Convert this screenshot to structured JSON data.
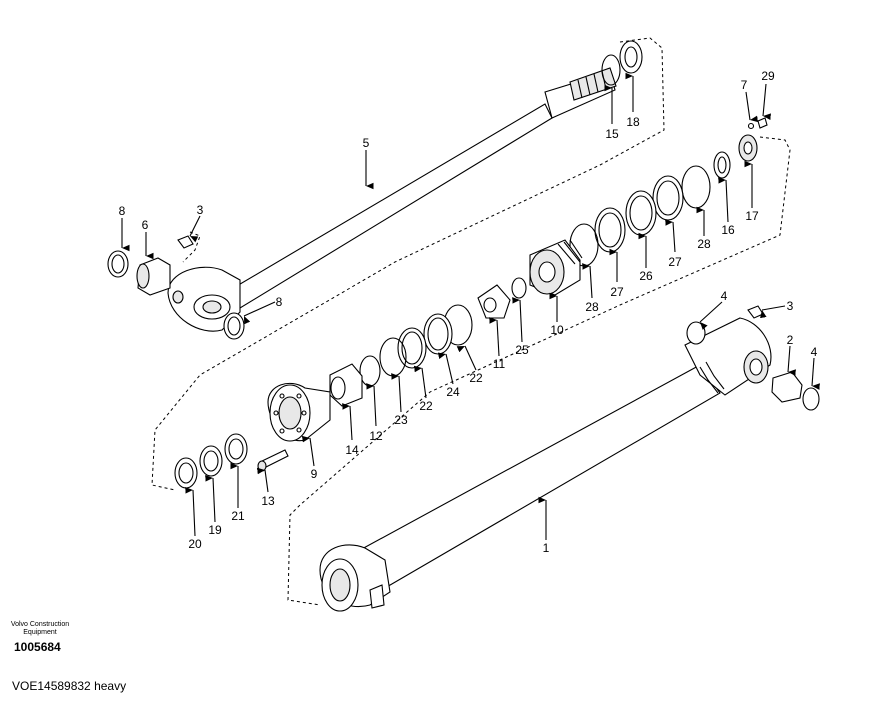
{
  "drawing": {
    "brand_line1": "Volvo Construction",
    "brand_line2": "Equipment",
    "drawing_number": "1005684",
    "footer_caption": "VOE14589832 heavy"
  },
  "callouts": [
    "1",
    "2",
    "3",
    "3",
    "4",
    "4",
    "5",
    "6",
    "7",
    "8",
    "8",
    "9",
    "10",
    "11",
    "12",
    "13",
    "14",
    "15",
    "16",
    "17",
    "18",
    "19",
    "20",
    "21",
    "22",
    "22",
    "23",
    "24",
    "25",
    "26",
    "27",
    "27",
    "28",
    "28",
    "29"
  ]
}
